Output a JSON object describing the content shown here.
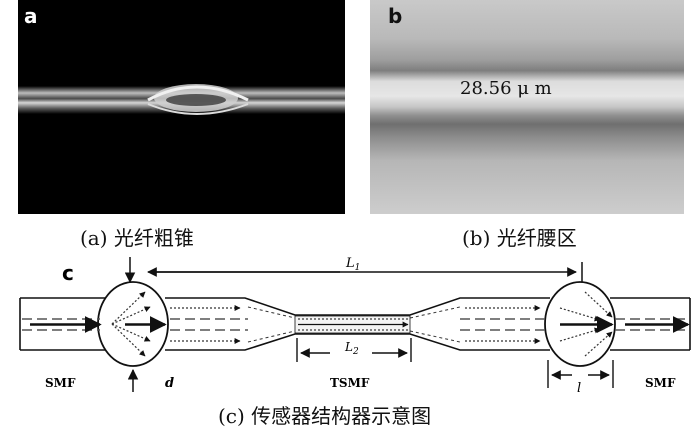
{
  "panel_a": {
    "letter": "a",
    "caption": "(a) 光纤粗锥"
  },
  "panel_b": {
    "letter": "b",
    "caption": "(b) 光纤腰区",
    "measurement": "28.56 μ m"
  },
  "panel_c": {
    "letter": "c",
    "caption": "(c) 传感器结构器示意图",
    "labels": {
      "L1": "L",
      "L1_sub": "1",
      "L2": "L",
      "L2_sub": "2",
      "d": "d",
      "l": "l",
      "smf_left": "SMF",
      "tsmf": "TSMF",
      "smf_right": "SMF"
    }
  }
}
